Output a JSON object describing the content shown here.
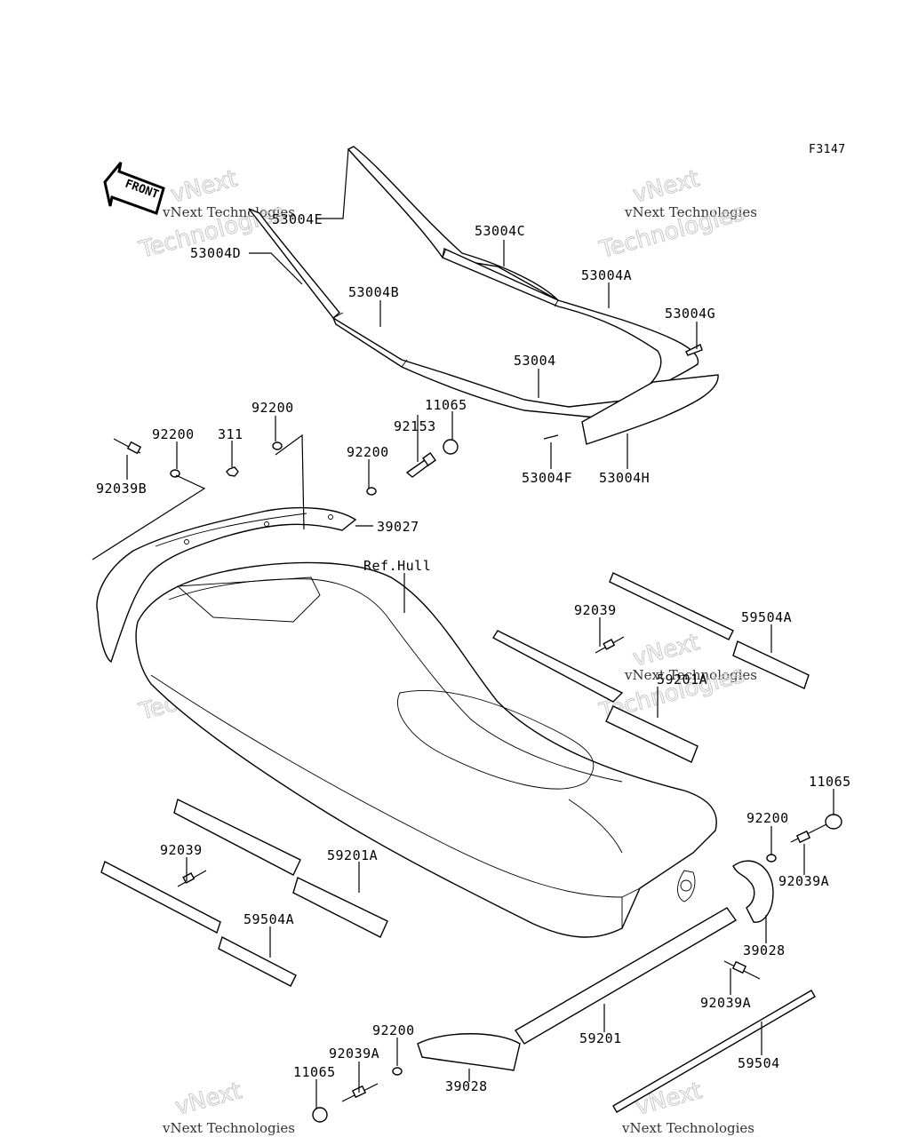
{
  "figure_code": "F3147",
  "front_arrow_text": "FRONT",
  "watermark": {
    "line1": "vNext Technologies",
    "line2": "vNext",
    "line3": "Technologies"
  },
  "labels": {
    "p53004E": "53004E",
    "p53004D": "53004D",
    "p53004C": "53004C",
    "p53004A": "53004A",
    "p53004B": "53004B",
    "p53004G": "53004G",
    "p53004": "53004",
    "p11065_top": "11065",
    "p92153": "92153",
    "p53004F": "53004F",
    "p53004H": "53004H",
    "p92200_a": "92200",
    "p92200_b": "92200",
    "p311": "311",
    "p92200_c": "92200",
    "p92039B": "92039B",
    "p39027": "39027",
    "ref_hull": "Ref.Hull",
    "p92039_r": "92039",
    "p59504A_r": "59504A",
    "p59201A_r": "59201A",
    "p11065_r": "11065",
    "p92200_r": "92200",
    "p92039A_r": "92039A",
    "p39028_r": "39028",
    "p92039_l": "92039",
    "p59201A_l": "59201A",
    "p59504A_l": "59504A",
    "p92039A_br": "92039A",
    "p59201": "59201",
    "p59504": "59504",
    "p92200_bl": "92200",
    "p92039A_bl": "92039A",
    "p11065_bl": "11065",
    "p39028_bl": "39028"
  }
}
